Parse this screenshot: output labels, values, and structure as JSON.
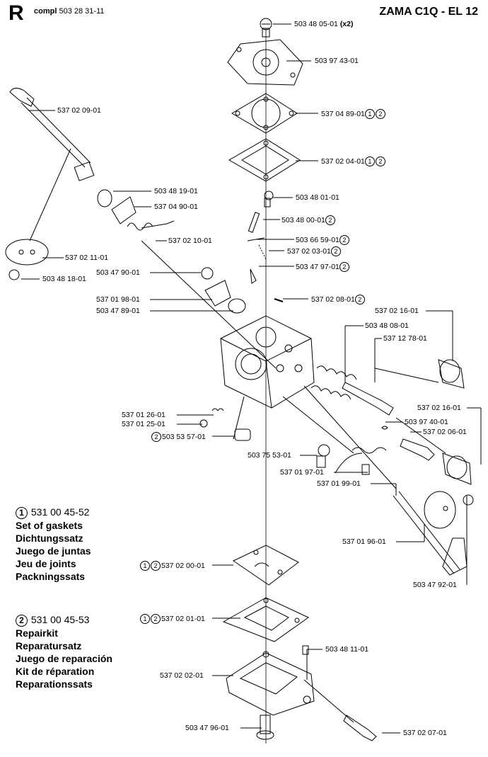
{
  "header": {
    "section_letter": "R",
    "compl_label": "compl",
    "compl_number": "503 28 31-11",
    "title": "ZAMA C1Q - EL 12"
  },
  "markers": {
    "one": "1",
    "two": "2"
  },
  "labels": [
    {
      "id": "p01",
      "text": "503 48 05-01",
      "suffix": "(x2)"
    },
    {
      "id": "p02",
      "text": "503 97 43-01"
    },
    {
      "id": "p03",
      "text": "537 04 89-01",
      "marks": [
        "1",
        "2"
      ]
    },
    {
      "id": "p04",
      "text": "537 02 04-01",
      "marks": [
        "1",
        "2"
      ]
    },
    {
      "id": "p05",
      "text": "537 02 09-01"
    },
    {
      "id": "p06",
      "text": "503 48 01-01"
    },
    {
      "id": "p07",
      "text": "503 48 19-01"
    },
    {
      "id": "p08",
      "text": "537 04 90-01"
    },
    {
      "id": "p09",
      "text": "503 48 00-01",
      "marks": [
        "2"
      ]
    },
    {
      "id": "p10",
      "text": "503 66 59-01",
      "marks": [
        "2"
      ]
    },
    {
      "id": "p11",
      "text": "537 02 10-01"
    },
    {
      "id": "p12",
      "text": "537 02 03-01",
      "marks": [
        "2"
      ]
    },
    {
      "id": "p13",
      "text": "537 02 11-01"
    },
    {
      "id": "p14",
      "text": "503 47 97-01",
      "marks": [
        "2"
      ]
    },
    {
      "id": "p15",
      "text": "503 47 90-01"
    },
    {
      "id": "p16",
      "text": "503 48 18-01"
    },
    {
      "id": "p17",
      "text": "537 02 08-01",
      "marks": [
        "2"
      ]
    },
    {
      "id": "p18",
      "text": "537 01 98-01"
    },
    {
      "id": "p19",
      "text": "503 47 89-01"
    },
    {
      "id": "p20",
      "text": "537 02 16-01"
    },
    {
      "id": "p21",
      "text": "503 48 08-01"
    },
    {
      "id": "p22",
      "text": "537 12 78-01"
    },
    {
      "id": "p23",
      "text": "537 02 16-01"
    },
    {
      "id": "p24",
      "text": "537 01 26-01"
    },
    {
      "id": "p25",
      "text": "503 97 40-01"
    },
    {
      "id": "p26",
      "text": "537 01 25-01"
    },
    {
      "id": "p27",
      "text": "537 02 06-01"
    },
    {
      "id": "p28",
      "text": "503 53 57-01",
      "pre_marks": [
        "2"
      ]
    },
    {
      "id": "p29",
      "text": "503 75 53-01"
    },
    {
      "id": "p30",
      "text": "537 01 97-01"
    },
    {
      "id": "p31",
      "text": "537 01 99-01"
    },
    {
      "id": "p32",
      "text": "537 01 96-01"
    },
    {
      "id": "p33",
      "text": "537 02 00-01",
      "pre_marks": [
        "1",
        "2"
      ]
    },
    {
      "id": "p34",
      "text": "503 47 92-01"
    },
    {
      "id": "p35",
      "text": "537 02 01-01",
      "pre_marks": [
        "1",
        "2"
      ]
    },
    {
      "id": "p36",
      "text": "503 48 11-01"
    },
    {
      "id": "p37",
      "text": "537 02 02-01"
    },
    {
      "id": "p38",
      "text": "503 47 96-01"
    },
    {
      "id": "p39",
      "text": "537 02 07-01"
    }
  ],
  "legend": [
    {
      "mark": "1",
      "number": "531 00 45-52",
      "lines": [
        "Set of gaskets",
        "Dichtungssatz",
        "Juego de juntas",
        "Jeu de joints",
        "Packningssats"
      ]
    },
    {
      "mark": "2",
      "number": "531 00 45-53",
      "lines": [
        "Repairkit",
        "Reparatursatz",
        "Juego de reparación",
        "Kit de réparation",
        "Reparationssats"
      ]
    }
  ]
}
